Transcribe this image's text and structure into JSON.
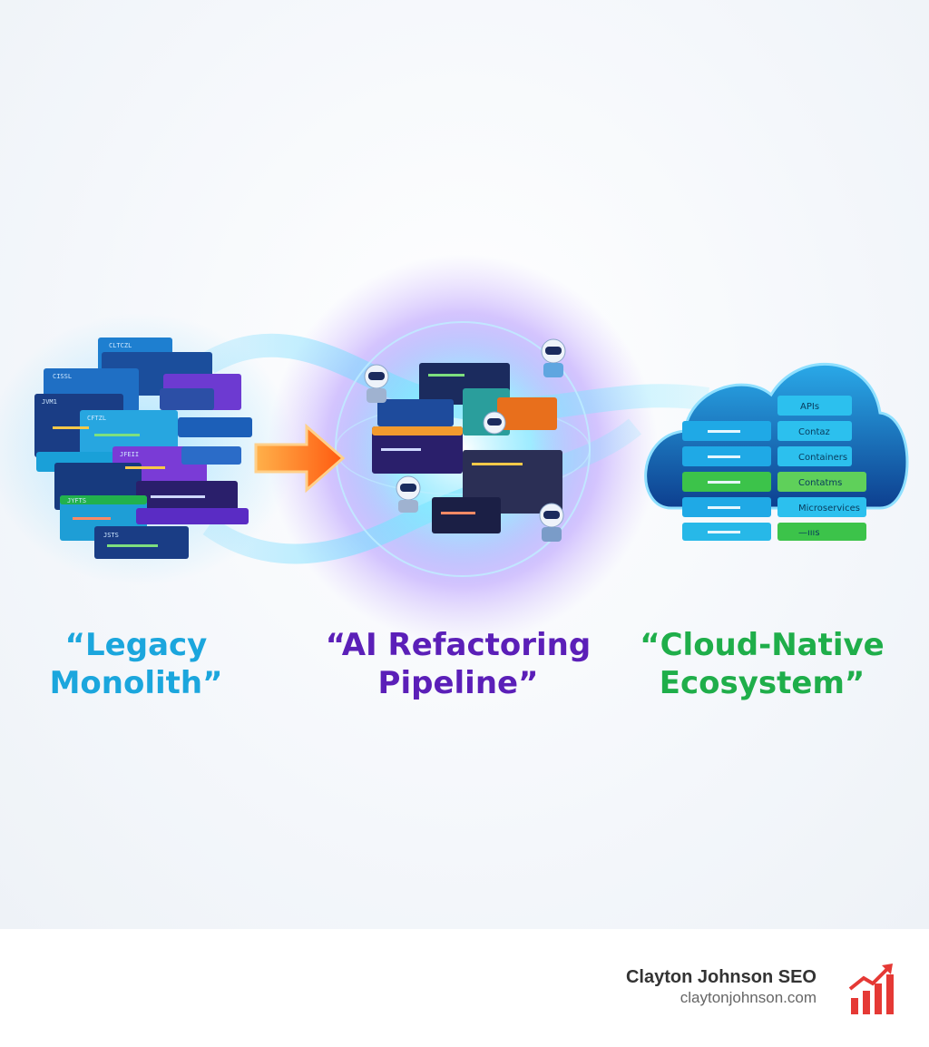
{
  "captions": {
    "legacy": "“Legacy Monolith”",
    "ai": "“AI Refactoring Pipeline”",
    "cloud": "“Cloud-Native Ecosystem”"
  },
  "cloud_services": [
    "APIs",
    "Contaz",
    "Containers",
    "Contatms",
    "Microservices",
    "—ıııs"
  ],
  "monolith_labels": [
    "CLTCZL",
    "CISSL",
    "JVM1",
    "CFTZL",
    "JFEII",
    "JYFTS",
    "JSTS"
  ],
  "footer": {
    "brand_name": "Clayton Johnson SEO",
    "brand_url": "claytonjohnson.com"
  },
  "colors": {
    "legacy": "#1ba6dd",
    "ai": "#5b1fb8",
    "cloud": "#1fae4a",
    "arrow": "#ff7a1a",
    "logo": "#e53935"
  }
}
